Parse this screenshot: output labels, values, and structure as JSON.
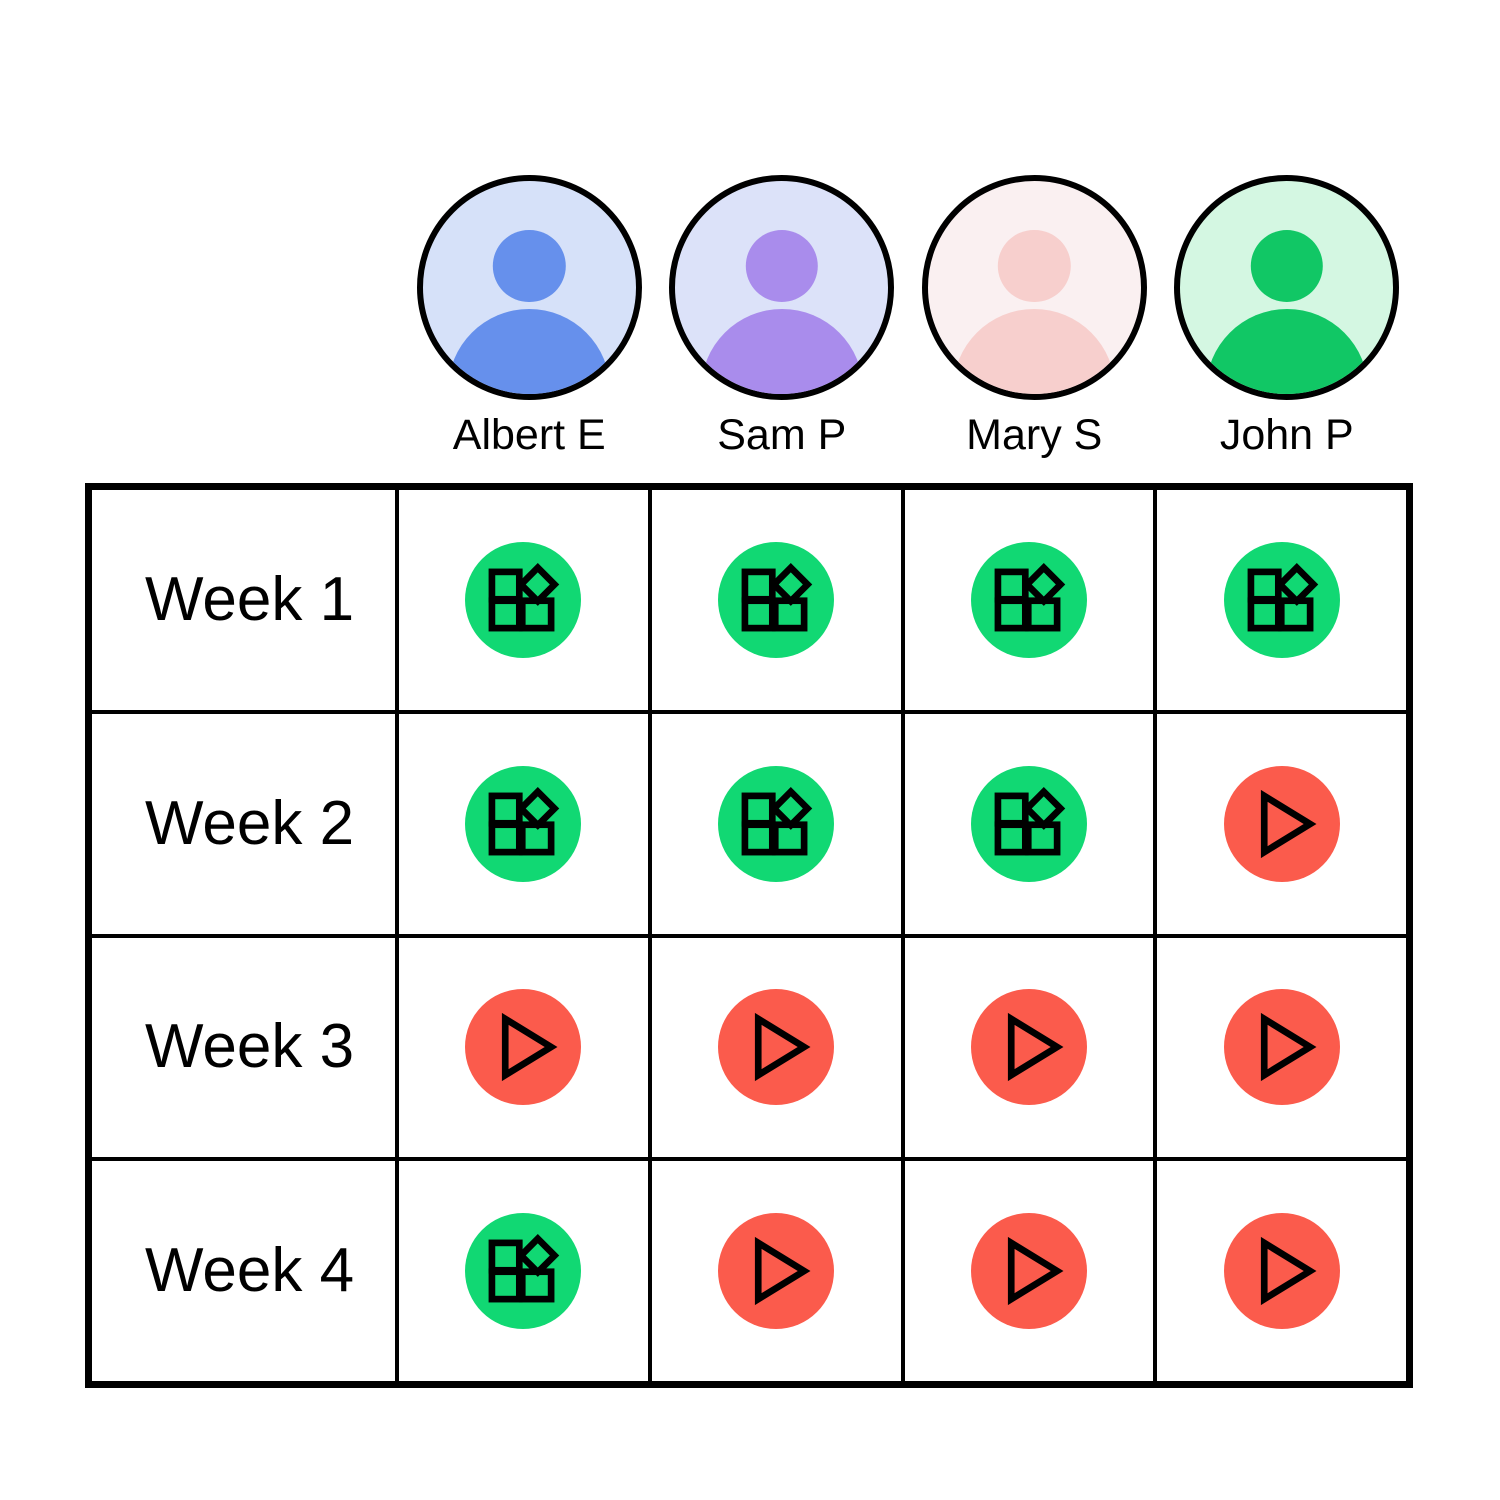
{
  "colors": {
    "status_done": "#11D873",
    "status_pending": "#FB5B4C",
    "outline": "#000000",
    "page_background": "#FFFFFF"
  },
  "people": [
    {
      "name": "Albert E",
      "avatar_icon": "person-avatar-icon",
      "avatar_background": "#D6E1F9",
      "avatar_figure": "#6690EC"
    },
    {
      "name": "Sam P",
      "avatar_icon": "person-avatar-icon",
      "avatar_background": "#DCE2F9",
      "avatar_figure": "#A98CEC"
    },
    {
      "name": "Mary S",
      "avatar_icon": "person-avatar-icon",
      "avatar_background": "#FAF0F1",
      "avatar_figure": "#F7CFCD"
    },
    {
      "name": "John P",
      "avatar_icon": "person-avatar-icon",
      "avatar_background": "#D4F7E2",
      "avatar_figure": "#11C765"
    }
  ],
  "rows": [
    {
      "week": "Week 1",
      "cells": [
        {
          "status": "done",
          "icon": "grid-diamond-icon"
        },
        {
          "status": "done",
          "icon": "grid-diamond-icon"
        },
        {
          "status": "done",
          "icon": "grid-diamond-icon"
        },
        {
          "status": "done",
          "icon": "grid-diamond-icon"
        }
      ]
    },
    {
      "week": "Week 2",
      "cells": [
        {
          "status": "done",
          "icon": "grid-diamond-icon"
        },
        {
          "status": "done",
          "icon": "grid-diamond-icon"
        },
        {
          "status": "done",
          "icon": "grid-diamond-icon"
        },
        {
          "status": "pending",
          "icon": "play-triangle-icon"
        }
      ]
    },
    {
      "week": "Week 3",
      "cells": [
        {
          "status": "pending",
          "icon": "play-triangle-icon"
        },
        {
          "status": "pending",
          "icon": "play-triangle-icon"
        },
        {
          "status": "pending",
          "icon": "play-triangle-icon"
        },
        {
          "status": "pending",
          "icon": "play-triangle-icon"
        }
      ]
    },
    {
      "week": "Week 4",
      "cells": [
        {
          "status": "done",
          "icon": "grid-diamond-icon"
        },
        {
          "status": "pending",
          "icon": "play-triangle-icon"
        },
        {
          "status": "pending",
          "icon": "play-triangle-icon"
        },
        {
          "status": "pending",
          "icon": "play-triangle-icon"
        }
      ]
    }
  ]
}
